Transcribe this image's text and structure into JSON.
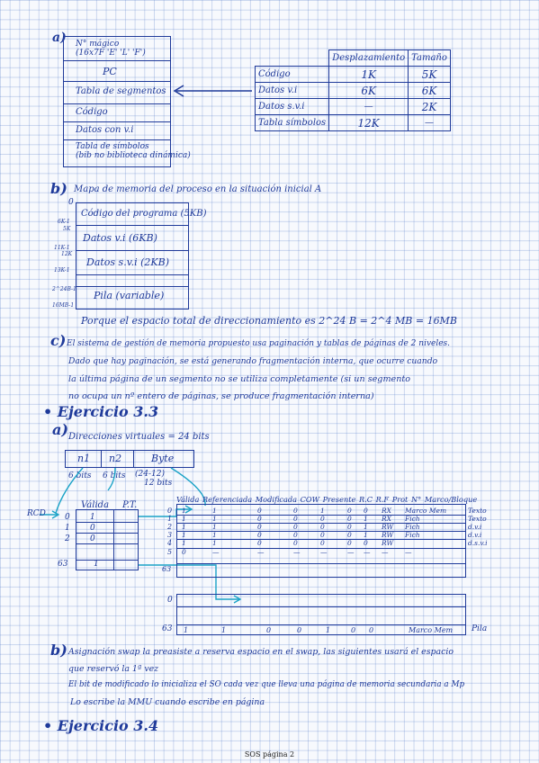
{
  "a_label": "a)",
  "a_block": {
    "rows": [
      "N° mágico\n(16x7F 'E' 'L' 'F')",
      "PC",
      "Tabla de segmentos",
      "Código",
      "Datos con v.i",
      "Tabla de símbolos\n(bib no biblioteca dinámica)"
    ]
  },
  "seg_table": {
    "headers": [
      "",
      "Desplazamiento",
      "Tamaño"
    ],
    "rows": [
      [
        "Código",
        "1K",
        "5K"
      ],
      [
        "Datos v.i",
        "6K",
        "6K"
      ],
      [
        "Datos s.v.i",
        "—",
        "2K"
      ],
      [
        "Tabla símbolos",
        "12K",
        "—"
      ]
    ]
  },
  "b_label": "b)",
  "b_title": "Mapa de memoria del proceso en la situación inicial A",
  "mem_map": {
    "top": "0",
    "rows": [
      "Código del programa (5KB)",
      "Datos v.i (6KB)",
      "Datos s.v.i (2KB)",
      "Pila (variable)"
    ],
    "side_labels": [
      "6K-1",
      "5K",
      "11K-1",
      "12K",
      "13K-1",
      "2^24B-1",
      "16MB-1"
    ]
  },
  "b_note": "Porque el espacio total de direccionamiento es 2^24 B = 2^4 MB = 16MB",
  "c_label": "c)",
  "c_lines": [
    "El sistema de gestión de memoria propuesto usa paginación y tablas de páginas de 2 niveles.",
    "Dado que hay paginación, se está generando fragmentación interna, que ocurre cuando",
    "la última página de un segmento no se utiliza completamente (si un segmento",
    "no ocupa un nº entero de páginas, se produce fragmentación interna)"
  ],
  "ej33": "• Ejercicio 3.3",
  "a2_label": "a)",
  "a2_title": "Direcciones virtuales = 24 bits",
  "addr": {
    "fields": [
      "n1",
      "n2",
      "Byte"
    ],
    "bits": [
      "6 bits",
      "6 bits",
      "(24-12)",
      "12 bits"
    ]
  },
  "l1_table": {
    "headers": [
      "Válida",
      "P.T."
    ],
    "indices": [
      "0",
      "1",
      "2",
      "63"
    ],
    "side": "RCD",
    "vals": [
      "1",
      "0",
      "0",
      "1"
    ]
  },
  "l2_table": {
    "headers": [
      "Válida",
      "Referenciada",
      "Modificada",
      "COW",
      "Presente",
      "R.C",
      "R.F",
      "Prot",
      "N° Marco/Bloque"
    ],
    "index_labels": [
      "0",
      "1",
      "2",
      "3",
      "4",
      "5",
      "63"
    ],
    "rows": [
      [
        "1",
        "1",
        "0",
        "0",
        "1",
        "0",
        "0",
        "RX",
        "Marco Mem"
      ],
      [
        "1",
        "1",
        "0",
        "0",
        "0",
        "0",
        "1",
        "RX",
        "Fich"
      ],
      [
        "1",
        "1",
        "0",
        "0",
        "0",
        "0",
        "1",
        "RW",
        "Fich"
      ],
      [
        "1",
        "1",
        "0",
        "0",
        "0",
        "0",
        "1",
        "RW",
        "Fich"
      ],
      [
        "1",
        "1",
        "0",
        "0",
        "0",
        "0",
        "0",
        "RW",
        ""
      ],
      [
        "0",
        "—",
        "—",
        "—",
        "—",
        "—",
        "—",
        "—",
        "—"
      ]
    ],
    "right_labels": [
      "Texto",
      "Texto",
      "d.v.i",
      "d.v.i",
      "d.s.v.i"
    ]
  },
  "l2b_table": {
    "index_labels": [
      "0",
      "63"
    ],
    "last_row": [
      "1",
      "1",
      "0",
      "0",
      "1",
      "0",
      "0",
      "",
      "Marco Mem"
    ],
    "right_label": "Pila"
  },
  "b2_label": "b)",
  "b2_lines": [
    "Asignación swap la preasiste a reserva espacio en el swap, las siguientes usará el espacio",
    "que reservó la 1ª vez",
    "El bit de modificado lo inicializa el SO cada vez que lleva una página de memoria secundaria a Mp",
    "Lo escribe la MMU cuando escribe en página"
  ],
  "ej34": "• Ejercicio 3.4",
  "footer": "SOS página 2"
}
